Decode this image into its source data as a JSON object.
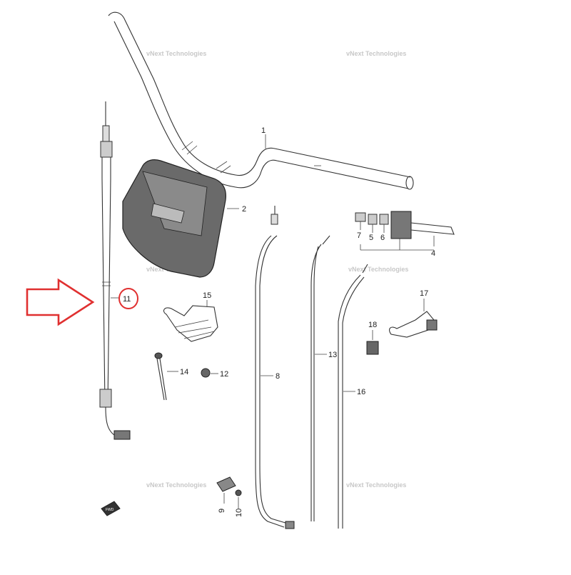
{
  "callouts": {
    "p1": "1",
    "p2": "2",
    "p4": "4",
    "p5": "5",
    "p6": "6",
    "p7": "7",
    "p8": "8",
    "p9": "9",
    "p10": "10",
    "p11": "11",
    "p12": "12",
    "p13": "13",
    "p14": "14",
    "p15": "15",
    "p16": "16",
    "p17": "17",
    "p18": "18"
  },
  "watermark": "vNext Technologies",
  "fwd_label": "FWD",
  "highlight": {
    "part": "11",
    "arrow_color": "#e03030",
    "circle_color": "#e03030"
  }
}
